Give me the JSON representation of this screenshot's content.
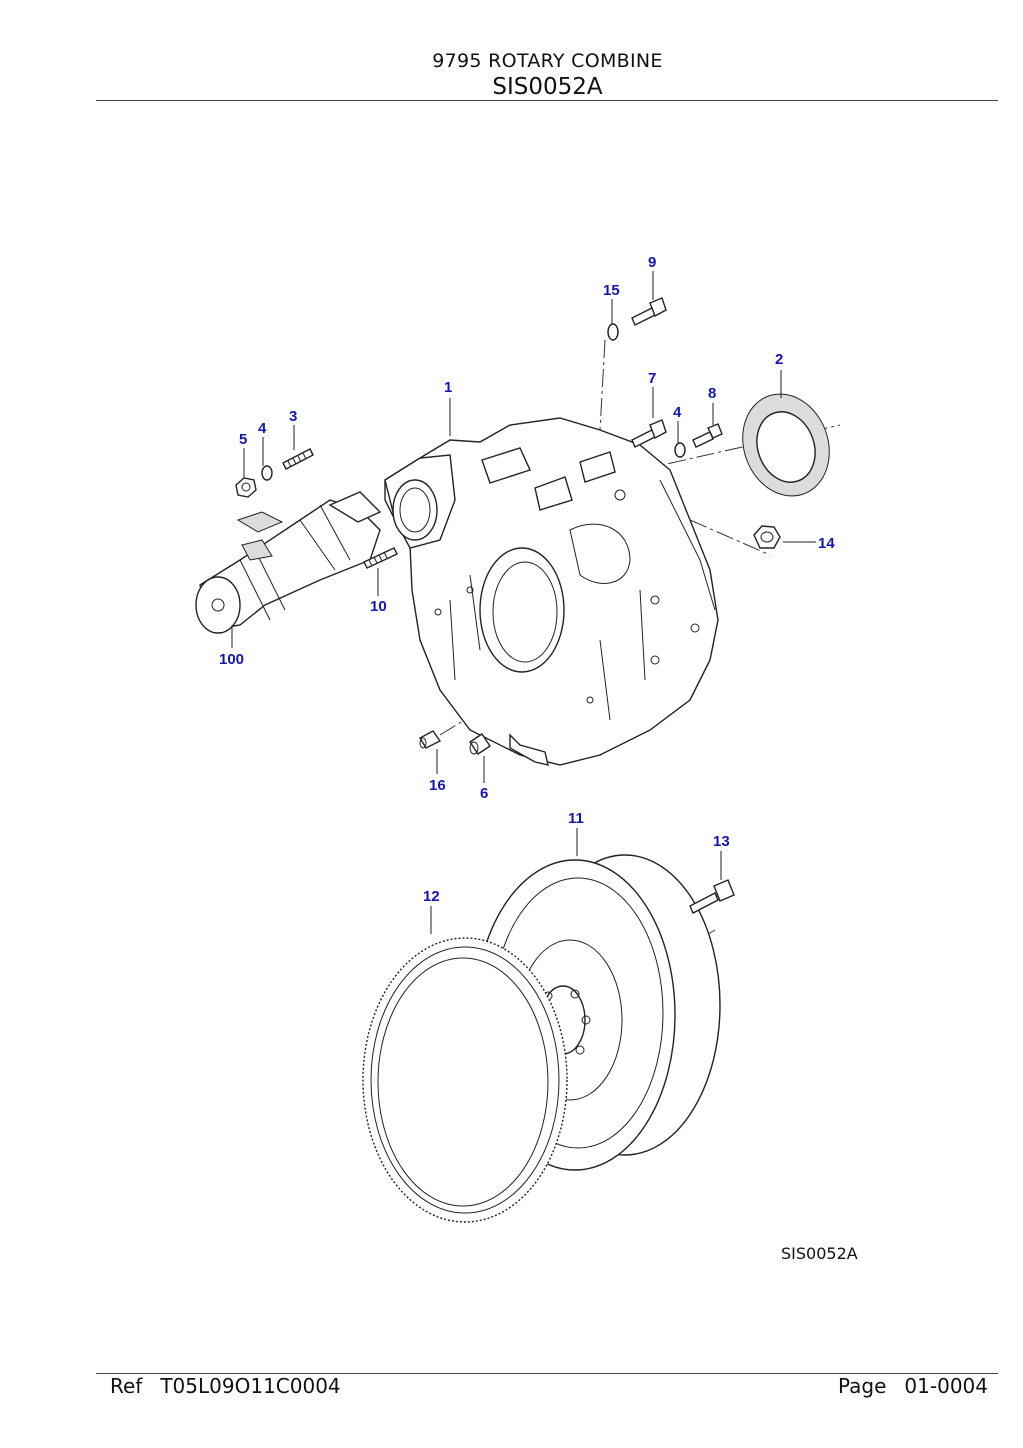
{
  "header": {
    "title": "9795 ROTARY COMBINE",
    "code": "SIS0052A"
  },
  "drawing": {
    "code": "SIS0052A",
    "callouts": [
      "1",
      "2",
      "3",
      "4",
      "5",
      "4",
      "6",
      "7",
      "8",
      "9",
      "10",
      "11",
      "12",
      "13",
      "14",
      "15",
      "16",
      "100"
    ]
  },
  "footer": {
    "ref_label": "Ref",
    "ref_value": "T05L09O11C0004",
    "page_label": "Page",
    "page_value": "01-0004"
  }
}
